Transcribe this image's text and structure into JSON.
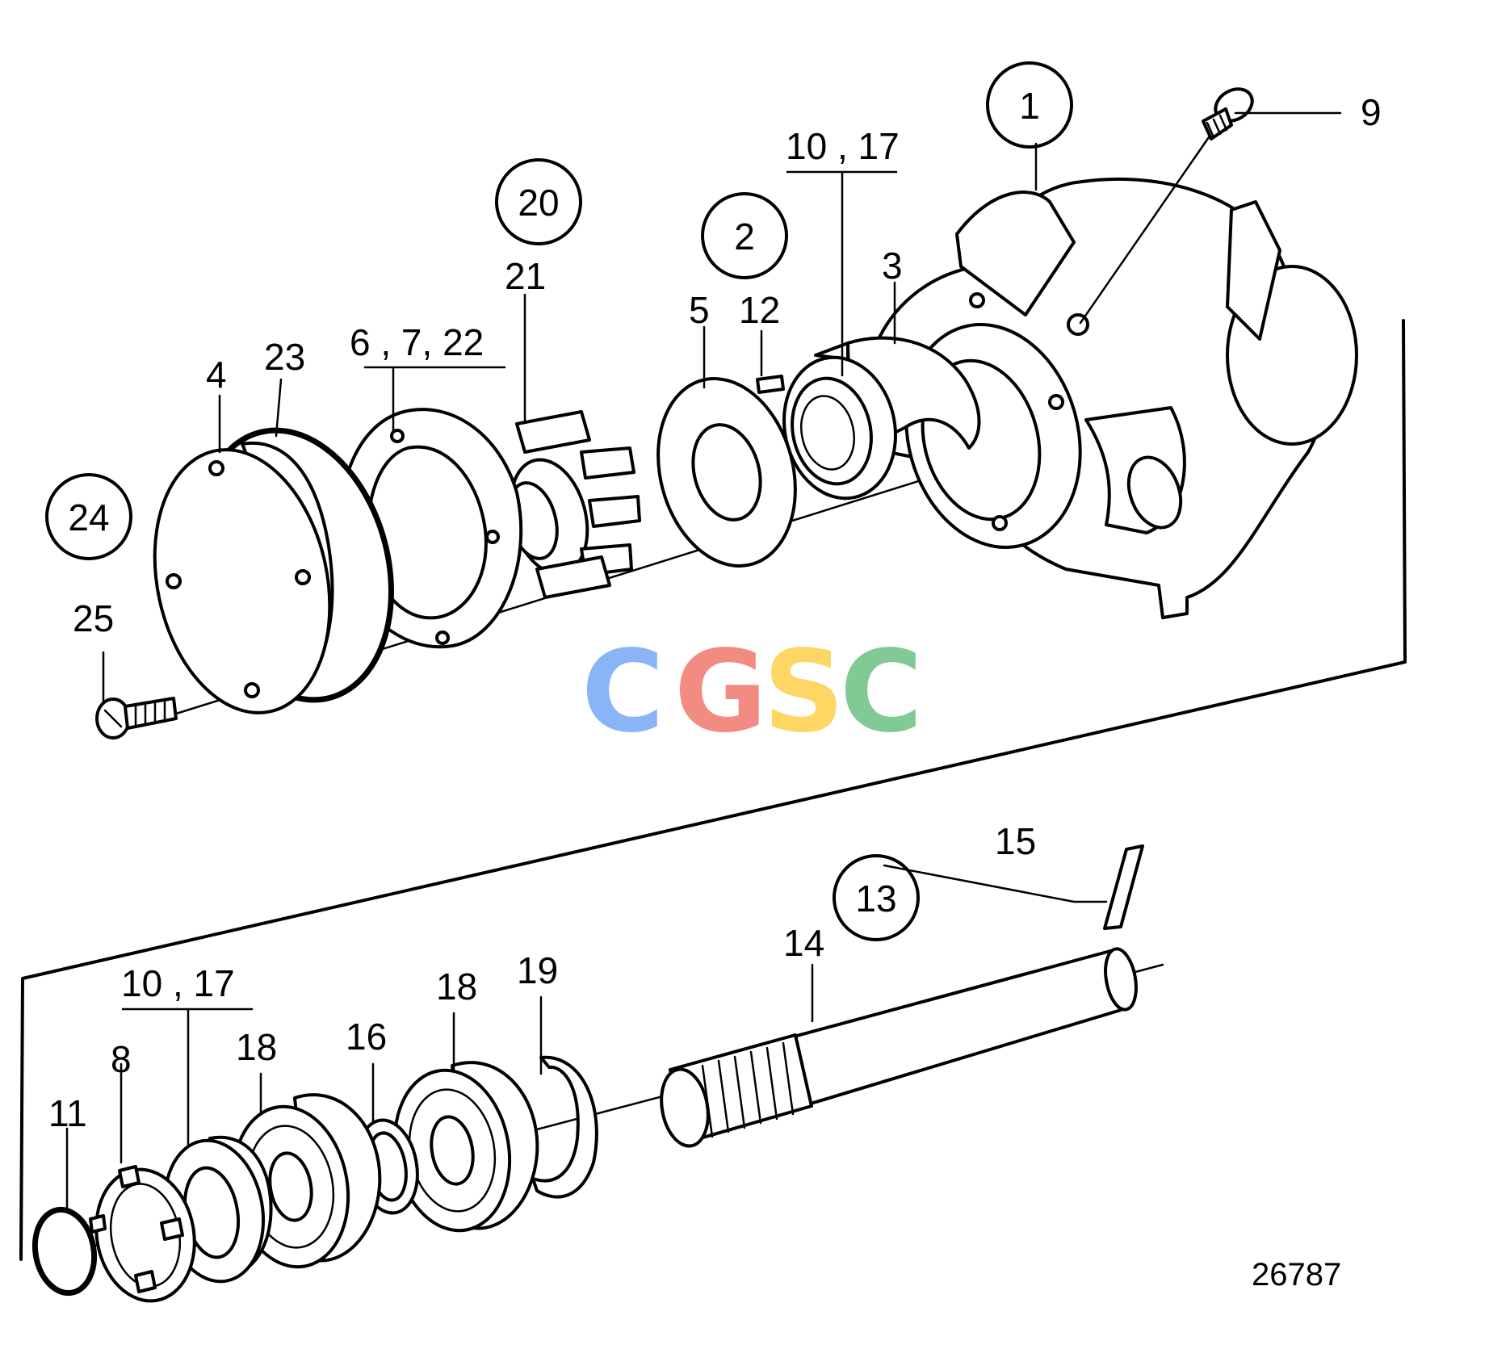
{
  "labels": {
    "l1": "1",
    "l9": "9",
    "l10_17_top": "10 , 17",
    "l20": "20",
    "l2": "2",
    "l3": "3",
    "l21": "21",
    "l5": "5",
    "l12": "12",
    "l4": "4",
    "l23": "23",
    "l6_7_22": "6 , 7, 22",
    "l24": "24",
    "l25": "25",
    "l15": "15",
    "l13": "13",
    "l14": "14",
    "l10_17_bottom": "10 , 17",
    "l18_a": "18",
    "l18_b": "18",
    "l19": "19",
    "l16": "16",
    "l8": "8",
    "l11": "11"
  },
  "diagram_number": "26787",
  "watermark": {
    "letters": [
      "C",
      "G",
      "S",
      "C"
    ],
    "colors": [
      "#8ab4f8",
      "#f28b82",
      "#fdd663",
      "#81c995"
    ]
  }
}
